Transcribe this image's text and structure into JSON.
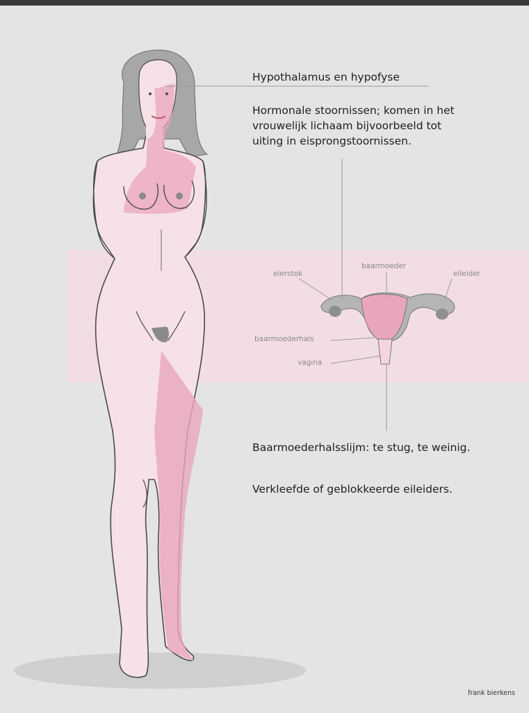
{
  "labels": {
    "hypothalamus": "Hypothalamus en hypofyse",
    "hormonal_1": "Hormonale stoornissen; komen in het",
    "hormonal_2": "vrouwelijk lichaam bijvoorbeeld tot",
    "hormonal_3": "uiting in eisprongstoornissen.",
    "cervical_mucus": "Baarmoederhalsslijm: te stug, te weinig.",
    "tubes": "Verkleefde of geblokkeerde eileiders."
  },
  "anatomy": {
    "eierstok": "eierstok",
    "baarmoeder": "baarmoeder",
    "eileider": "eileider",
    "baarmoederhals": "baarmoederhals",
    "vagina": "vagina"
  },
  "credit": "frank bierkens",
  "colors": {
    "background": "#e4e4e4",
    "band": "#f1dde3",
    "skin": "#f6e1e6",
    "accent_pink": "#e9a6bb",
    "hair": "#a7a7a7",
    "outline": "#4a4a4a",
    "shadow": "#cfcfcf"
  }
}
